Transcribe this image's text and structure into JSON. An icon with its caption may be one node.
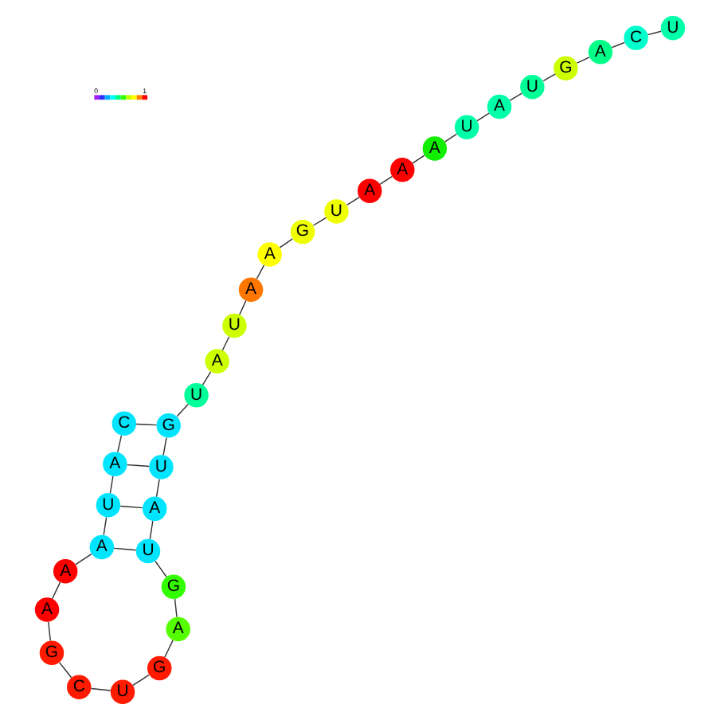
{
  "diagram": {
    "nodes": [
      {
        "text": [
          "C"
        ]
      },
      {
        "text": [
          "A"
        ]
      },
      {
        "text": [
          "U"
        ]
      },
      {
        "text": [
          "A"
        ]
      },
      {
        "text": [
          "A"
        ]
      },
      {
        "text": [
          "A"
        ]
      },
      {
        "text": [
          "G"
        ]
      },
      {
        "text": [
          "C"
        ]
      },
      {
        "text": [
          "U"
        ]
      },
      {
        "text": [
          "G"
        ]
      },
      {
        "text": [
          "A"
        ]
      },
      {
        "text": [
          "G"
        ]
      },
      {
        "text": [
          "U"
        ]
      },
      {
        "text": [
          "A"
        ]
      },
      {
        "text": [
          "U"
        ]
      },
      {
        "text": [
          "G"
        ]
      },
      {
        "text": [
          "U"
        ]
      },
      {
        "text": [
          "A"
        ]
      },
      {
        "text": [
          "U"
        ]
      },
      {
        "text": [
          "A"
        ]
      },
      {
        "text": [
          "A"
        ]
      },
      {
        "text": [
          "G"
        ]
      },
      {
        "text": [
          "U"
        ]
      },
      {
        "text": [
          "A"
        ]
      },
      {
        "text": [
          "A"
        ]
      },
      {
        "text": [
          "A"
        ]
      },
      {
        "text": [
          "U"
        ]
      },
      {
        "text": [
          "A"
        ]
      },
      {
        "text": [
          "U"
        ]
      },
      {
        "text": [
          "G"
        ]
      },
      {
        "text": [
          "A"
        ]
      },
      {
        "text": [
          "C"
        ]
      },
      {
        "text": [
          "U"
        ]
      }
    ],
    "edges": [
      {
        "from": 0,
        "to": 1,
        "arrow": "none"
      },
      {
        "from": 1,
        "to": 2,
        "arrow": "none"
      },
      {
        "from": 2,
        "to": 3,
        "arrow": "none"
      },
      {
        "from": 3,
        "to": 4,
        "arrow": "none"
      },
      {
        "from": 4,
        "to": 5,
        "arrow": "none"
      },
      {
        "from": 5,
        "to": 6,
        "arrow": "none"
      },
      {
        "from": 6,
        "to": 7,
        "arrow": "none"
      },
      {
        "from": 7,
        "to": 8,
        "arrow": "none"
      },
      {
        "from": 8,
        "to": 9,
        "arrow": "none"
      },
      {
        "from": 9,
        "to": 10,
        "arrow": "none"
      },
      {
        "from": 10,
        "to": 11,
        "arrow": "none"
      },
      {
        "from": 11,
        "to": 12,
        "arrow": "none"
      },
      {
        "from": 12,
        "to": 13,
        "arrow": "none"
      },
      {
        "from": 13,
        "to": 14,
        "arrow": "none"
      },
      {
        "from": 14,
        "to": 15,
        "arrow": "none"
      },
      {
        "from": 15,
        "to": 16,
        "arrow": "none"
      },
      {
        "from": 16,
        "to": 17,
        "arrow": "none"
      },
      {
        "from": 17,
        "to": 18,
        "arrow": "none"
      },
      {
        "from": 18,
        "to": 19,
        "arrow": "none"
      },
      {
        "from": 19,
        "to": 20,
        "arrow": "none"
      },
      {
        "from": 20,
        "to": 21,
        "arrow": "none"
      },
      {
        "from": 21,
        "to": 22,
        "arrow": "none"
      },
      {
        "from": 22,
        "to": 23,
        "arrow": "none"
      },
      {
        "from": 23,
        "to": 24,
        "arrow": "none"
      },
      {
        "from": 24,
        "to": 25,
        "arrow": "none"
      },
      {
        "from": 25,
        "to": 26,
        "arrow": "none"
      },
      {
        "from": 26,
        "to": 27,
        "arrow": "none"
      },
      {
        "from": 27,
        "to": 28,
        "arrow": "none"
      },
      {
        "from": 28,
        "to": 29,
        "arrow": "none"
      },
      {
        "from": 29,
        "to": 30,
        "arrow": "none"
      },
      {
        "from": 30,
        "to": 31,
        "arrow": "none"
      },
      {
        "from": 31,
        "to": 32,
        "arrow": "none"
      },
      {
        "from": 0,
        "to": 15,
        "arrow": "none"
      },
      {
        "from": 1,
        "to": 14,
        "arrow": "none"
      },
      {
        "from": 2,
        "to": 13,
        "arrow": "none"
      },
      {
        "from": 3,
        "to": 12,
        "arrow": "none"
      }
    ],
    "labels": [
      "0",
      "1"
    ]
  }
}
